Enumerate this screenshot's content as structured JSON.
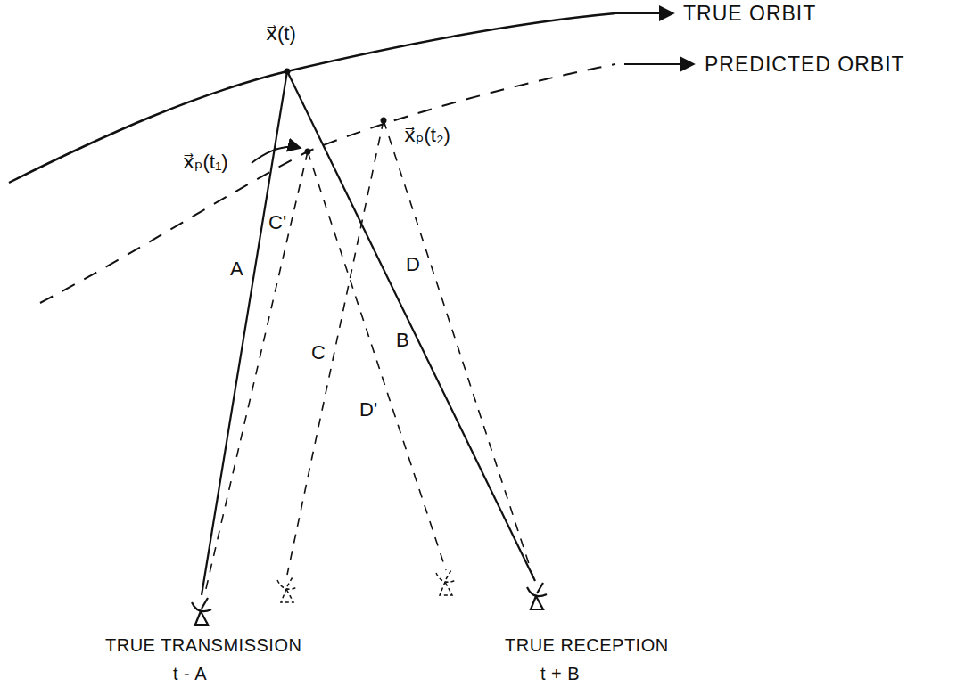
{
  "diagram": {
    "labels": [
      "x⃗(t)",
      "x⃗ₚ(t₁)",
      "x⃗ₚ(t₂)",
      "A",
      "B",
      "C",
      "C'",
      "D",
      "D'",
      "TRUE TRANSMISSION",
      "t - A",
      "TRUE RECEPTION",
      "t + B"
    ],
    "legend": [
      {
        "text": "TRUE ORBIT"
      },
      {
        "text": "PREDICTED ORBIT"
      }
    ]
  }
}
